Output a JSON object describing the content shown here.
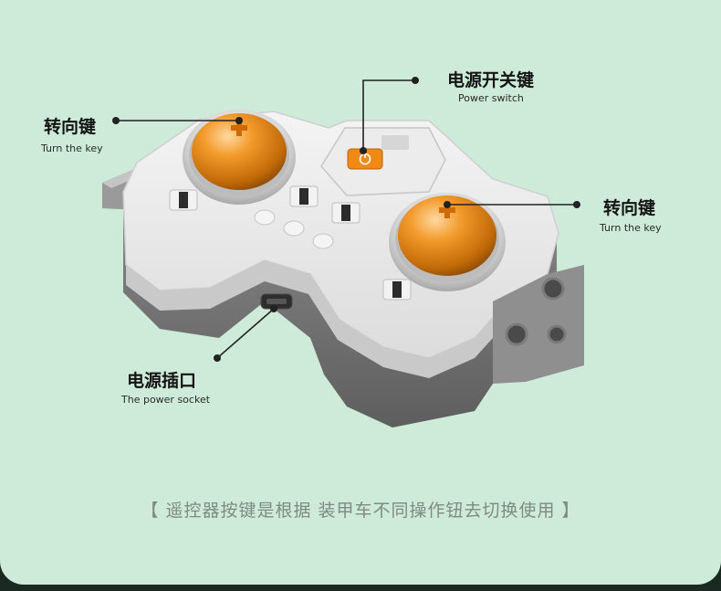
{
  "labels": {
    "power_switch": {
      "cn": "电源开关键",
      "en": "Power switch"
    },
    "turn_key_left": {
      "cn": "转向键",
      "en": "Turn the key"
    },
    "turn_key_right": {
      "cn": "转向键",
      "en": "Turn the key"
    },
    "power_socket": {
      "cn": "电源插口",
      "en": "The power socket"
    }
  },
  "caption": "【 遥控器按键是根据 装甲车不同操作钮去切换使用 】",
  "colors": {
    "background": "#cdebd8",
    "knob_orange": "#f08a14",
    "body_light": "#e9e9e9",
    "body_dark": "#6e6e6e",
    "caption_gray": "#7f8a84"
  }
}
